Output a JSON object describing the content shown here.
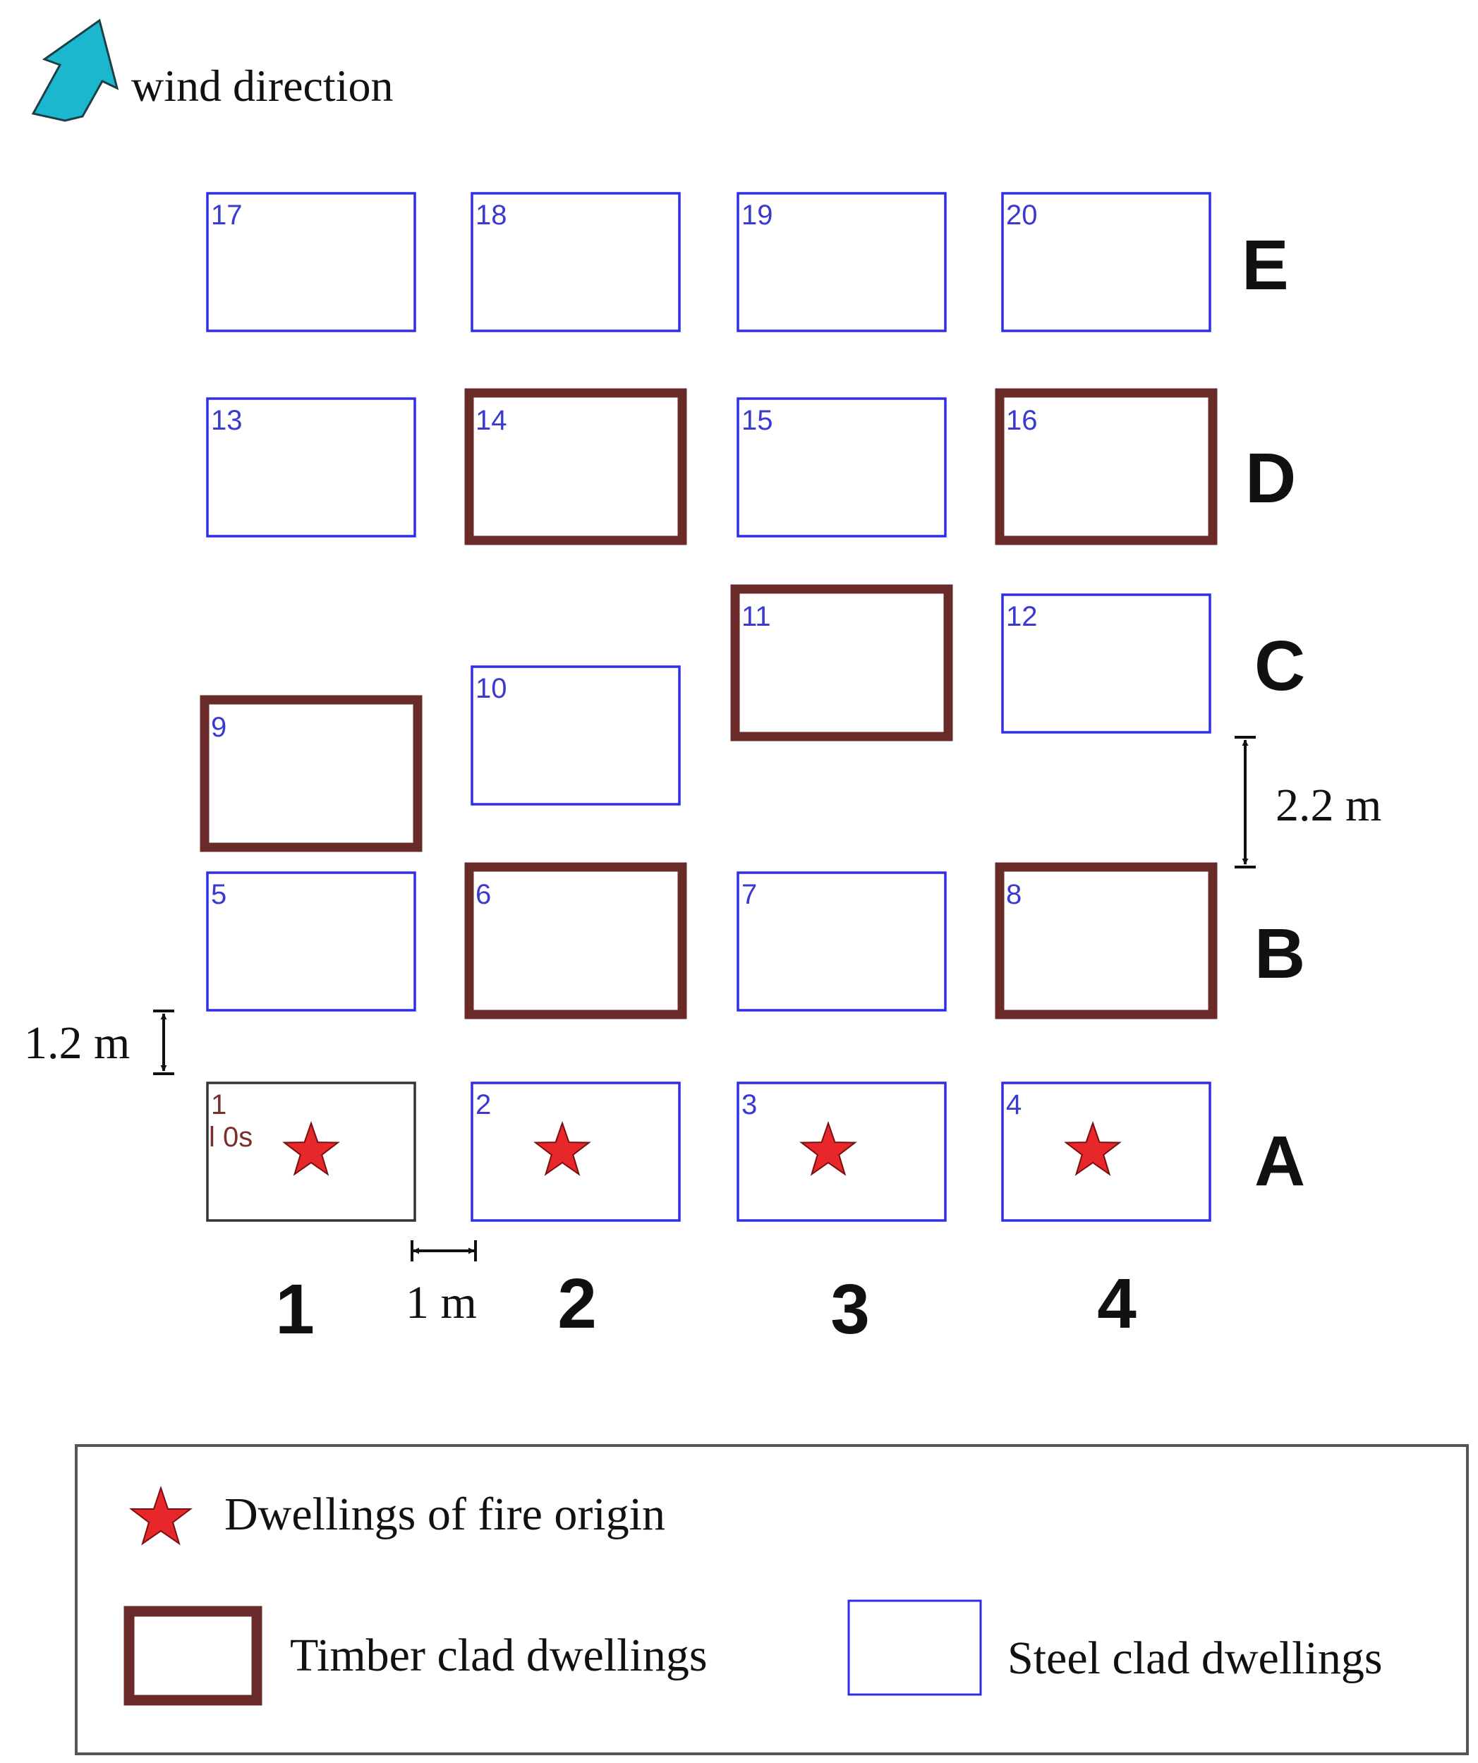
{
  "wind": {
    "label": "wind direction",
    "arrow_color": "#1BB7CF"
  },
  "colors": {
    "timber": "#6B2A2A",
    "steel": "#2E2EE6",
    "ignition_frame": "#333333",
    "star": "#E8272B",
    "label_num": "#3A3AD0",
    "time_text": "#7B2E2E",
    "text": "#111111"
  },
  "row_labels": [
    "A",
    "B",
    "C",
    "D",
    "E"
  ],
  "column_labels": [
    "1",
    "2",
    "3",
    "4"
  ],
  "dimensions": {
    "row_gap_label": "1.2 m",
    "column_gap_label": "1 m",
    "staggered_gap_label": "2.2 m"
  },
  "dwellings": [
    {
      "id": "1",
      "row": "A",
      "col": "1",
      "type": "ignition",
      "fire_origin": true,
      "note": "l 0s"
    },
    {
      "id": "2",
      "row": "A",
      "col": "2",
      "type": "steel",
      "fire_origin": true
    },
    {
      "id": "3",
      "row": "A",
      "col": "3",
      "type": "steel",
      "fire_origin": true
    },
    {
      "id": "4",
      "row": "A",
      "col": "4",
      "type": "steel",
      "fire_origin": true
    },
    {
      "id": "5",
      "row": "B",
      "col": "1",
      "type": "steel"
    },
    {
      "id": "6",
      "row": "B",
      "col": "2",
      "type": "timber"
    },
    {
      "id": "7",
      "row": "B",
      "col": "3",
      "type": "steel"
    },
    {
      "id": "8",
      "row": "B",
      "col": "4",
      "type": "timber"
    },
    {
      "id": "9",
      "row": "C",
      "col": "1",
      "type": "timber"
    },
    {
      "id": "10",
      "row": "C",
      "col": "2",
      "type": "steel"
    },
    {
      "id": "11",
      "row": "C",
      "col": "3",
      "type": "timber"
    },
    {
      "id": "12",
      "row": "C",
      "col": "4",
      "type": "steel"
    },
    {
      "id": "13",
      "row": "D",
      "col": "1",
      "type": "steel"
    },
    {
      "id": "14",
      "row": "D",
      "col": "2",
      "type": "timber"
    },
    {
      "id": "15",
      "row": "D",
      "col": "3",
      "type": "steel"
    },
    {
      "id": "16",
      "row": "D",
      "col": "4",
      "type": "timber"
    },
    {
      "id": "17",
      "row": "E",
      "col": "1",
      "type": "steel"
    },
    {
      "id": "18",
      "row": "E",
      "col": "2",
      "type": "steel"
    },
    {
      "id": "19",
      "row": "E",
      "col": "3",
      "type": "steel"
    },
    {
      "id": "20",
      "row": "E",
      "col": "4",
      "type": "steel"
    }
  ],
  "legend": {
    "fire_origin": "Dwellings of fire origin",
    "timber": "Timber clad dwellings",
    "steel": "Steel clad dwellings"
  }
}
